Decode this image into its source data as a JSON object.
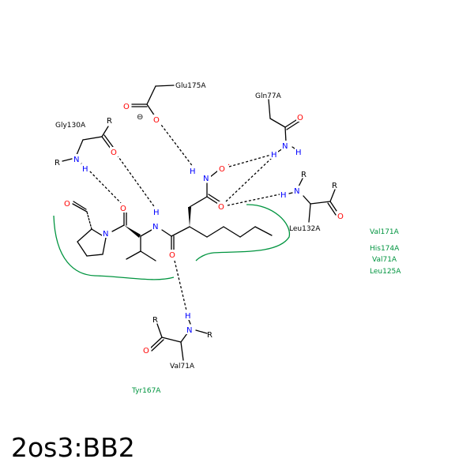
{
  "title": "2os3:BB2",
  "colors": {
    "oxygen": "#ff0000",
    "nitrogen": "#0000ff",
    "hydrophobic": "#00943f",
    "bond": "#000000"
  },
  "atoms": {
    "O": "O",
    "N": "N",
    "H": "H",
    "R": "R",
    "O_minus": "O",
    "charge": "⊖"
  },
  "residues": {
    "glu175": "Glu175A",
    "gln77": "Gln77A",
    "gly130": "Gly130A",
    "leu132": "Leu132A",
    "val71": "Val71A"
  },
  "hydrophobic_residues": {
    "val171": "Val171A",
    "his174": "His174A",
    "val71": "Val71A",
    "leu125": "Leu125A",
    "tyr167": "Tyr167A"
  }
}
